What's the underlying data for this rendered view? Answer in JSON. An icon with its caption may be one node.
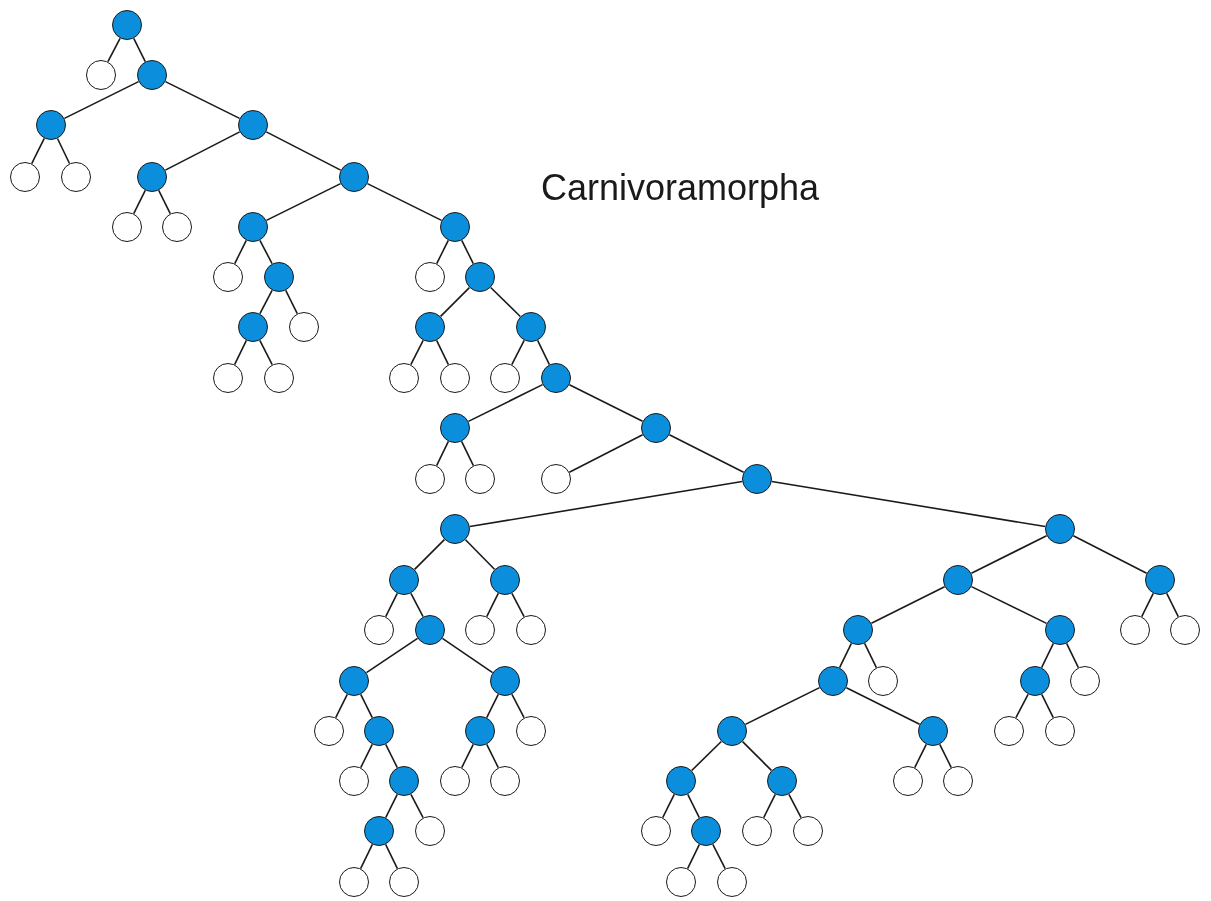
{
  "diagram": {
    "nodes": [
      {
        "text": [],
        "shape": "circle"
      },
      {
        "text": [],
        "shape": "circle"
      },
      {
        "text": [],
        "shape": "circle"
      },
      {
        "text": [],
        "shape": "circle"
      },
      {
        "text": [],
        "shape": "circle"
      },
      {
        "text": [],
        "shape": "circle"
      },
      {
        "text": [],
        "shape": "circle"
      },
      {
        "text": [],
        "shape": "circle"
      },
      {
        "text": [],
        "shape": "circle"
      },
      {
        "text": [],
        "shape": "circle"
      },
      {
        "text": [],
        "shape": "circle"
      },
      {
        "text": [],
        "shape": "circle"
      },
      {
        "text": [],
        "shape": "circle"
      },
      {
        "text": [],
        "shape": "circle"
      },
      {
        "text": [],
        "shape": "circle"
      },
      {
        "text": [],
        "shape": "circle"
      },
      {
        "text": [],
        "shape": "circle"
      },
      {
        "text": [],
        "shape": "circle"
      },
      {
        "text": [],
        "shape": "circle"
      },
      {
        "text": [],
        "shape": "circle"
      },
      {
        "text": [],
        "shape": "circle"
      },
      {
        "text": [],
        "shape": "circle"
      },
      {
        "text": [],
        "shape": "circle"
      },
      {
        "text": [],
        "shape": "circle"
      },
      {
        "text": [],
        "shape": "circle"
      },
      {
        "text": [],
        "shape": "circle"
      },
      {
        "text": [],
        "shape": "circle"
      },
      {
        "text": [],
        "shape": "circle"
      },
      {
        "text": [],
        "shape": "circle"
      },
      {
        "text": [],
        "shape": "circle"
      },
      {
        "text": [],
        "shape": "circle"
      },
      {
        "text": [],
        "shape": "circle"
      },
      {
        "text": [],
        "shape": "circle"
      },
      {
        "text": [],
        "shape": "circle"
      },
      {
        "text": [],
        "shape": "circle"
      },
      {
        "text": [],
        "shape": "circle"
      },
      {
        "text": [],
        "shape": "circle"
      },
      {
        "text": [],
        "shape": "circle"
      },
      {
        "text": [],
        "shape": "circle"
      },
      {
        "text": [],
        "shape": "circle"
      },
      {
        "text": [],
        "shape": "circle"
      },
      {
        "text": [],
        "shape": "circle"
      },
      {
        "text": [],
        "shape": "circle"
      },
      {
        "text": [],
        "shape": "circle"
      },
      {
        "text": [],
        "shape": "circle"
      },
      {
        "text": [],
        "shape": "circle"
      },
      {
        "text": [],
        "shape": "circle"
      },
      {
        "text": [],
        "shape": "circle"
      },
      {
        "text": [],
        "shape": "circle"
      },
      {
        "text": [],
        "shape": "circle"
      },
      {
        "text": [],
        "shape": "circle"
      },
      {
        "text": [],
        "shape": "circle"
      },
      {
        "text": [],
        "shape": "circle"
      },
      {
        "text": [],
        "shape": "circle"
      },
      {
        "text": [],
        "shape": "circle"
      },
      {
        "text": [],
        "shape": "circle"
      },
      {
        "text": [],
        "shape": "circle"
      },
      {
        "text": [],
        "shape": "circle"
      },
      {
        "text": [],
        "shape": "circle"
      },
      {
        "text": [],
        "shape": "circle"
      },
      {
        "text": [],
        "shape": "circle"
      },
      {
        "text": [],
        "shape": "circle"
      },
      {
        "text": [],
        "shape": "circle"
      },
      {
        "text": [],
        "shape": "circle"
      },
      {
        "text": [],
        "shape": "circle"
      },
      {
        "text": [],
        "shape": "circle"
      },
      {
        "text": [],
        "shape": "circle"
      },
      {
        "text": [],
        "shape": "circle"
      },
      {
        "text": [],
        "shape": "circle"
      },
      {
        "text": [],
        "shape": "circle"
      },
      {
        "text": [],
        "shape": "circle"
      },
      {
        "text": [],
        "shape": "circle"
      },
      {
        "text": [],
        "shape": "circle"
      },
      {
        "text": [],
        "shape": "circle"
      },
      {
        "text": [],
        "shape": "circle"
      },
      {
        "text": [],
        "shape": "circle"
      },
      {
        "text": [],
        "shape": "circle"
      },
      {
        "text": [],
        "shape": "circle"
      },
      {
        "text": [],
        "shape": "circle"
      }
    ],
    "edges": [
      {
        "from": 0,
        "to": 1,
        "arrow": "none"
      },
      {
        "from": 0,
        "to": 2,
        "arrow": "none"
      },
      {
        "from": 2,
        "to": 3,
        "arrow": "none"
      },
      {
        "from": 2,
        "to": 4,
        "arrow": "none"
      },
      {
        "from": 3,
        "to": 5,
        "arrow": "none"
      },
      {
        "from": 3,
        "to": 6,
        "arrow": "none"
      },
      {
        "from": 4,
        "to": 7,
        "arrow": "none"
      },
      {
        "from": 4,
        "to": 8,
        "arrow": "none"
      },
      {
        "from": 7,
        "to": 9,
        "arrow": "none"
      },
      {
        "from": 7,
        "to": 10,
        "arrow": "none"
      },
      {
        "from": 8,
        "to": 11,
        "arrow": "none"
      },
      {
        "from": 8,
        "to": 12,
        "arrow": "none"
      },
      {
        "from": 11,
        "to": 13,
        "arrow": "none"
      },
      {
        "from": 11,
        "to": 14,
        "arrow": "none"
      },
      {
        "from": 14,
        "to": 17,
        "arrow": "none"
      },
      {
        "from": 14,
        "to": 18,
        "arrow": "none"
      },
      {
        "from": 17,
        "to": 21,
        "arrow": "none"
      },
      {
        "from": 17,
        "to": 22,
        "arrow": "none"
      },
      {
        "from": 12,
        "to": 15,
        "arrow": "none"
      },
      {
        "from": 12,
        "to": 16,
        "arrow": "none"
      },
      {
        "from": 16,
        "to": 19,
        "arrow": "none"
      },
      {
        "from": 16,
        "to": 20,
        "arrow": "none"
      },
      {
        "from": 19,
        "to": 23,
        "arrow": "none"
      },
      {
        "from": 19,
        "to": 24,
        "arrow": "none"
      },
      {
        "from": 20,
        "to": 25,
        "arrow": "none"
      },
      {
        "from": 20,
        "to": 26,
        "arrow": "none"
      },
      {
        "from": 26,
        "to": 27,
        "arrow": "none"
      },
      {
        "from": 26,
        "to": 28,
        "arrow": "none"
      },
      {
        "from": 27,
        "to": 29,
        "arrow": "none"
      },
      {
        "from": 27,
        "to": 30,
        "arrow": "none"
      },
      {
        "from": 28,
        "to": 31,
        "arrow": "none"
      },
      {
        "from": 28,
        "to": 32,
        "arrow": "none"
      },
      {
        "from": 32,
        "to": 33,
        "arrow": "none"
      },
      {
        "from": 32,
        "to": 34,
        "arrow": "none"
      },
      {
        "from": 33,
        "to": 35,
        "arrow": "none"
      },
      {
        "from": 33,
        "to": 36,
        "arrow": "none"
      },
      {
        "from": 35,
        "to": 39,
        "arrow": "none"
      },
      {
        "from": 35,
        "to": 40,
        "arrow": "none"
      },
      {
        "from": 36,
        "to": 41,
        "arrow": "none"
      },
      {
        "from": 36,
        "to": 42,
        "arrow": "none"
      },
      {
        "from": 40,
        "to": 47,
        "arrow": "none"
      },
      {
        "from": 40,
        "to": 48,
        "arrow": "none"
      },
      {
        "from": 47,
        "to": 53,
        "arrow": "none"
      },
      {
        "from": 47,
        "to": 54,
        "arrow": "none"
      },
      {
        "from": 54,
        "to": 61,
        "arrow": "none"
      },
      {
        "from": 54,
        "to": 62,
        "arrow": "none"
      },
      {
        "from": 62,
        "to": 69,
        "arrow": "none"
      },
      {
        "from": 62,
        "to": 70,
        "arrow": "none"
      },
      {
        "from": 69,
        "to": 75,
        "arrow": "none"
      },
      {
        "from": 69,
        "to": 76,
        "arrow": "none"
      },
      {
        "from": 48,
        "to": 55,
        "arrow": "none"
      },
      {
        "from": 48,
        "to": 56,
        "arrow": "none"
      },
      {
        "from": 55,
        "to": 63,
        "arrow": "none"
      },
      {
        "from": 55,
        "to": 64,
        "arrow": "none"
      },
      {
        "from": 34,
        "to": 37,
        "arrow": "none"
      },
      {
        "from": 34,
        "to": 38,
        "arrow": "none"
      },
      {
        "from": 38,
        "to": 45,
        "arrow": "none"
      },
      {
        "from": 38,
        "to": 46,
        "arrow": "none"
      },
      {
        "from": 37,
        "to": 43,
        "arrow": "none"
      },
      {
        "from": 37,
        "to": 44,
        "arrow": "none"
      },
      {
        "from": 43,
        "to": 49,
        "arrow": "none"
      },
      {
        "from": 43,
        "to": 50,
        "arrow": "none"
      },
      {
        "from": 44,
        "to": 51,
        "arrow": "none"
      },
      {
        "from": 44,
        "to": 52,
        "arrow": "none"
      },
      {
        "from": 51,
        "to": 59,
        "arrow": "none"
      },
      {
        "from": 51,
        "to": 60,
        "arrow": "none"
      },
      {
        "from": 49,
        "to": 57,
        "arrow": "none"
      },
      {
        "from": 49,
        "to": 58,
        "arrow": "none"
      },
      {
        "from": 58,
        "to": 67,
        "arrow": "none"
      },
      {
        "from": 58,
        "to": 68,
        "arrow": "none"
      },
      {
        "from": 57,
        "to": 65,
        "arrow": "none"
      },
      {
        "from": 57,
        "to": 66,
        "arrow": "none"
      },
      {
        "from": 65,
        "to": 71,
        "arrow": "none"
      },
      {
        "from": 65,
        "to": 72,
        "arrow": "none"
      },
      {
        "from": 72,
        "to": 77,
        "arrow": "none"
      },
      {
        "from": 72,
        "to": 78,
        "arrow": "none"
      },
      {
        "from": 66,
        "to": 73,
        "arrow": "none"
      },
      {
        "from": 66,
        "to": 74,
        "arrow": "none"
      }
    ],
    "labels": [
      "Carnivoramorpha"
    ]
  }
}
